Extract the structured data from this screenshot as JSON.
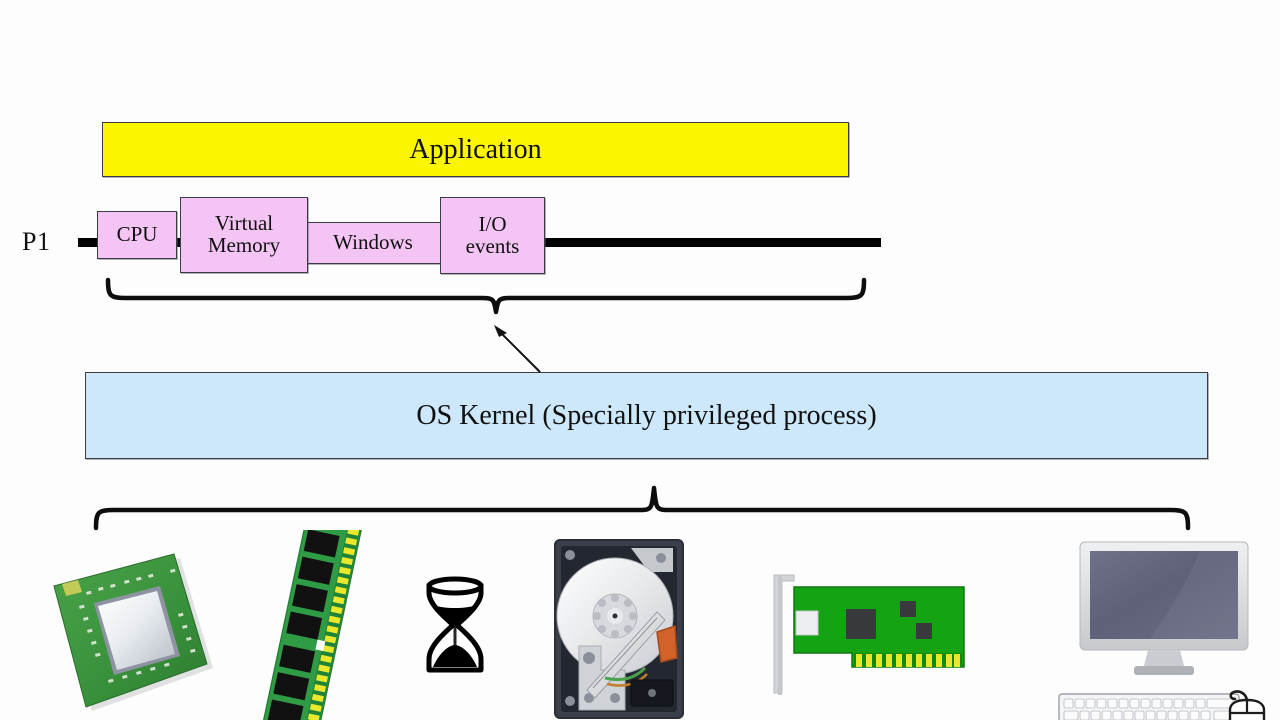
{
  "diagram": {
    "title_layer": {
      "application_label": "Application"
    },
    "process": {
      "process_label": "P1",
      "segments": [
        {
          "id": "cpu",
          "label": "CPU"
        },
        {
          "id": "virtual-memory",
          "label": "Virtual\nMemory",
          "line1": "Virtual",
          "line2": "Memory"
        },
        {
          "id": "windows",
          "label": "Windows"
        },
        {
          "id": "io-events",
          "label": "I/O\nevents",
          "line1": "I/O",
          "line2": "events"
        }
      ]
    },
    "kernel": {
      "label": "OS Kernel (Specially privileged process)"
    },
    "hardware": {
      "devices": [
        {
          "id": "cpu-chip",
          "name": "cpu-chip-icon"
        },
        {
          "id": "ram",
          "name": "ram-module-icon"
        },
        {
          "id": "hourglass",
          "name": "hourglass-icon"
        },
        {
          "id": "hdd",
          "name": "hard-disk-drive-icon"
        },
        {
          "id": "nic",
          "name": "network-card-icon"
        },
        {
          "id": "monitor",
          "name": "monitor-icon"
        },
        {
          "id": "keyboard",
          "name": "keyboard-icon"
        },
        {
          "id": "mouse",
          "name": "mouse-icon"
        }
      ]
    },
    "colors": {
      "application_fill": "#fbf500",
      "segment_fill": "#f4c4f4",
      "kernel_fill": "#cde8fa",
      "outline": "#3b3b47",
      "timeline": "#000000",
      "pcb_green": "#1f9b1f",
      "board_green": "#3e8c43",
      "contact_gold": "#e8e82a",
      "drive_body": "#3c4049",
      "platter": "#dcdee2",
      "screen": "#64667f",
      "bezel": "#d4d6da"
    },
    "annotations": {
      "upper_brace": "process-scope-brace",
      "lower_brace": "hardware-scope-brace",
      "kernel_arrow": "kernel-to-process-arrow"
    }
  }
}
